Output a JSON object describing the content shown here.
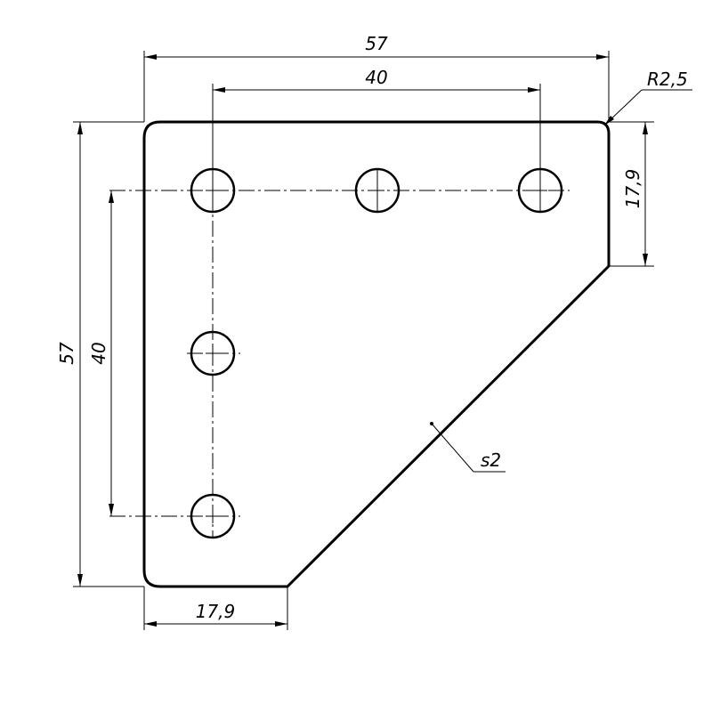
{
  "drawing": {
    "dimensions": {
      "overall_width": "57",
      "hole_span_horizontal": "40",
      "corner_radius": "R2,5",
      "right_edge_height": "17,9",
      "overall_height": "57",
      "hole_span_vertical": "40",
      "bottom_edge_width": "17,9",
      "thickness": "s2"
    }
  }
}
